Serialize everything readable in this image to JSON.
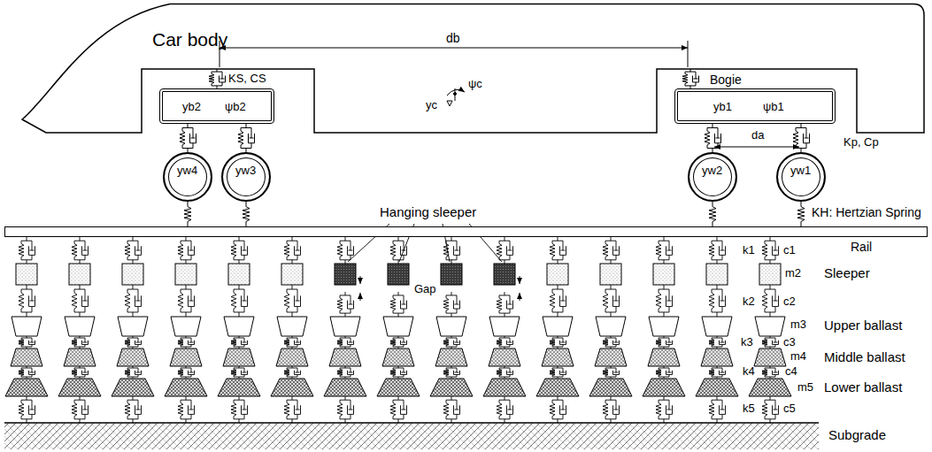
{
  "diagram": {
    "nodes": [
      {
        "text": [
          "Car body"
        ]
      },
      {
        "text": [
          "yb2",
          "ψb2"
        ]
      },
      {
        "text": [
          "Bogie",
          "yb1",
          "ψb1"
        ]
      },
      {
        "text": [
          "yw4"
        ]
      },
      {
        "text": [
          "yw3"
        ]
      },
      {
        "text": [
          "yw2"
        ]
      },
      {
        "text": [
          "yw1"
        ]
      },
      {
        "text": [
          "Rail"
        ]
      }
    ],
    "edges": [
      {
        "from": 0,
        "to": 1,
        "arrow": "none"
      },
      {
        "from": 0,
        "to": 2,
        "arrow": "none"
      },
      {
        "from": 1,
        "to": 3,
        "arrow": "none"
      },
      {
        "from": 1,
        "to": 4,
        "arrow": "none"
      },
      {
        "from": 2,
        "to": 5,
        "arrow": "none"
      },
      {
        "from": 2,
        "to": 6,
        "arrow": "none"
      },
      {
        "from": 3,
        "to": 7,
        "arrow": "none"
      },
      {
        "from": 4,
        "to": 7,
        "arrow": "none"
      },
      {
        "from": 5,
        "to": 7,
        "arrow": "none"
      },
      {
        "from": 6,
        "to": 7,
        "arrow": "none"
      }
    ],
    "labels": [
      "db",
      "ψc",
      "yc",
      "KS, CS",
      "Kp, Cp",
      "da",
      "Hanging sleeper",
      "KH: Hertzian Spring",
      "k1",
      "c1",
      "Sleeper",
      "m2",
      "Gap",
      "k2",
      "c2",
      "Upper ballast",
      "m3",
      "c3",
      "k3",
      "Middle ballast",
      "m4",
      "k4",
      "c4",
      "Lower ballast",
      "m5",
      "k5",
      "c5",
      "Subgrade"
    ]
  }
}
